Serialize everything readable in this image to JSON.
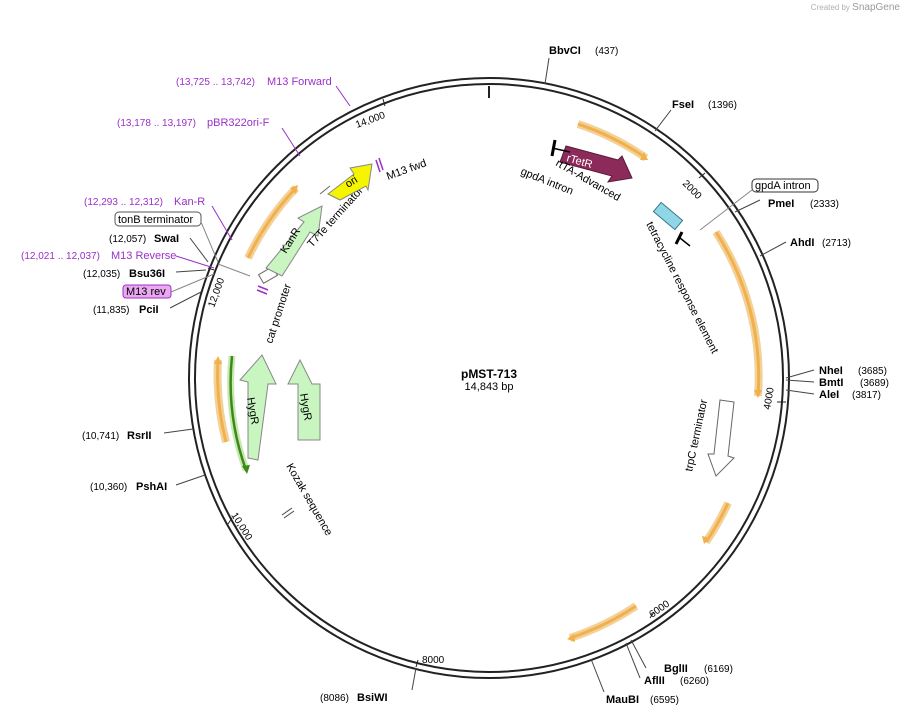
{
  "watermark": {
    "created_by": "Created by",
    "brand": "SnapGene"
  },
  "plasmid": {
    "name": "pMST-713",
    "size_label": "14,843 bp"
  },
  "ticks": [
    "2000",
    "4000",
    "6000",
    "8000",
    "10,000",
    "12,000",
    "14,000"
  ],
  "enzymes": [
    {
      "name": "BbvCI",
      "pos": "(437)"
    },
    {
      "name": "FseI",
      "pos": "(1396)"
    },
    {
      "name": "PmeI",
      "pos": "(2333)"
    },
    {
      "name": "AhdI",
      "pos": "(2713)"
    },
    {
      "name": "NheI",
      "pos": "(3685)"
    },
    {
      "name": "BmtI",
      "pos": "(3689)"
    },
    {
      "name": "AleI",
      "pos": "(3817)"
    },
    {
      "name": "BglII",
      "pos": "(6169)"
    },
    {
      "name": "AflII",
      "pos": "(6260)"
    },
    {
      "name": "MauBI",
      "pos": "(6595)"
    },
    {
      "name": "BsiWI",
      "pos": "(8086)"
    },
    {
      "name": "PshAI",
      "pos": "(10,360)"
    },
    {
      "name": "RsrII",
      "pos": "(10,741)"
    },
    {
      "name": "PciI",
      "pos": "(11,835)"
    },
    {
      "name": "Bsu36I",
      "pos": "(12,035)"
    },
    {
      "name": "SwaI",
      "pos": "(12,057)"
    }
  ],
  "primers": [
    {
      "name": "M13 Forward",
      "pos": "(13,725 .. 13,742)"
    },
    {
      "name": "pBR322ori-F",
      "pos": "(13,178 .. 13,197)"
    },
    {
      "name": "Kan-R",
      "pos": "(12,293 .. 12,312)"
    },
    {
      "name": "M13 Reverse",
      "pos": "(12,021 .. 12,037)"
    }
  ],
  "boxed_labels": {
    "tonb": "tonB terminator",
    "m13rev": "M13 rev",
    "gpda_box": "gpdA intron"
  },
  "features": {
    "rtetr": "rTetR",
    "rtta": "rtTA-Advanced",
    "gpda": "gpdA intron",
    "tre": "tetracycline response element",
    "trpc": "trpC terminator",
    "kozak": "Kozak sequence",
    "hygr1": "HygR",
    "hygr2": "HygR",
    "cat": "cat promoter",
    "kanr": "KanR",
    "t7te": "T7Te terminator",
    "ori": "ori",
    "m13fwd": "M13 fwd"
  },
  "colors": {
    "backbone": "#222222",
    "orf": "#f2b04a",
    "rtetr": "#8c2a5a",
    "ori": "#f5f500",
    "resistance": "#c8f5c0",
    "primer": "#9b30c8",
    "m13rev_box": "#e9a8f0"
  }
}
